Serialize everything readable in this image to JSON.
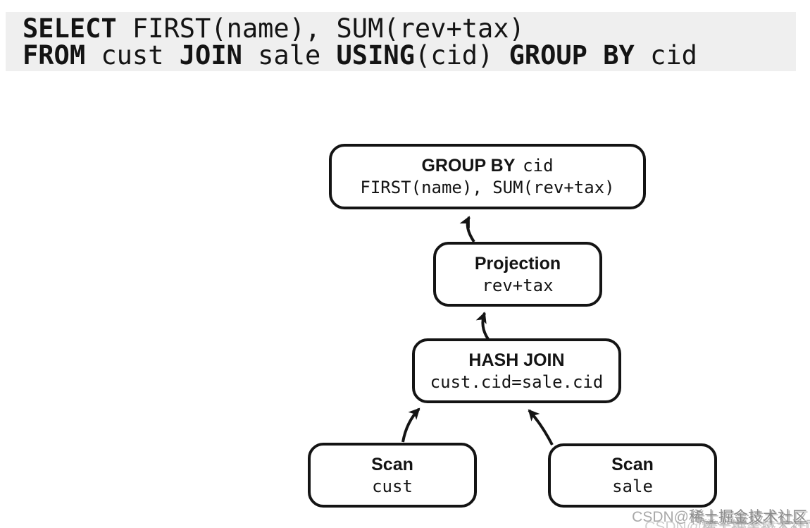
{
  "sql": {
    "line1": [
      {
        "text": "SELECT",
        "bold": true
      },
      {
        "text": " FIRST(name), SUM(rev+tax)",
        "bold": false
      }
    ],
    "line2": [
      {
        "text": "FROM",
        "bold": true
      },
      {
        "text": " cust ",
        "bold": false
      },
      {
        "text": "JOIN",
        "bold": true
      },
      {
        "text": " sale ",
        "bold": false
      },
      {
        "text": "USING",
        "bold": true
      },
      {
        "text": "(cid) ",
        "bold": false
      },
      {
        "text": "GROUP BY",
        "bold": true
      },
      {
        "text": " cid",
        "bold": false
      }
    ]
  },
  "plan": {
    "nodes": {
      "groupby": {
        "title": "GROUP BY",
        "title_arg": "cid",
        "detail": "FIRST(name), SUM(rev+tax)"
      },
      "projection": {
        "title": "Projection",
        "detail": "rev+tax"
      },
      "hashjoin": {
        "title": "HASH JOIN",
        "detail": "cust.cid=sale.cid"
      },
      "scan_cust": {
        "title": "Scan",
        "detail": "cust"
      },
      "scan_sale": {
        "title": "Scan",
        "detail": "sale"
      }
    },
    "edges": [
      {
        "from": "projection",
        "to": "groupby"
      },
      {
        "from": "hashjoin",
        "to": "projection"
      },
      {
        "from": "scan_cust",
        "to": "hashjoin"
      },
      {
        "from": "scan_sale",
        "to": "hashjoin"
      }
    ]
  },
  "watermark": {
    "prefix": "CSDN@",
    "suffix": "稀土掘金技术社区"
  },
  "colors": {
    "code_background": "#efefef",
    "ink": "#141414",
    "watermark_gray": "#a9a9a9"
  }
}
